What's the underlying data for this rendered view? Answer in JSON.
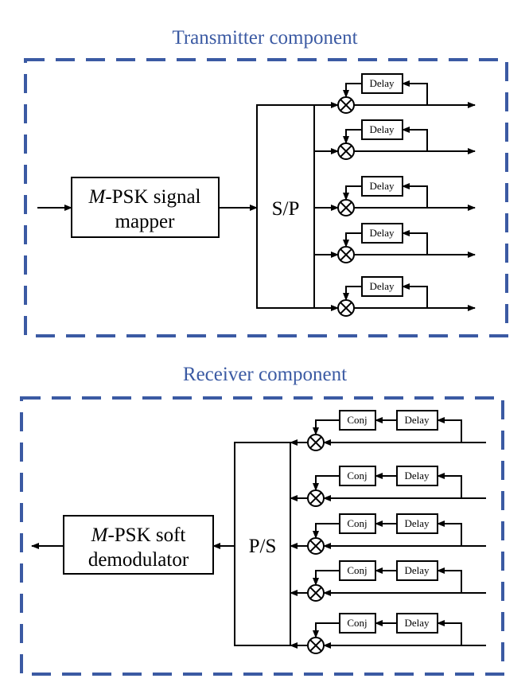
{
  "transmitter": {
    "title": "Transmitter component",
    "mapper_prefix": "M",
    "mapper_line1_rest": "-PSK signal",
    "mapper_line2": "mapper",
    "sp_label": "S/P",
    "delay_label": "Delay",
    "branch_count": 5
  },
  "receiver": {
    "title": "Receiver component",
    "demod_prefix": "M",
    "demod_line1_rest": "-PSK soft",
    "demod_line2": "demodulator",
    "ps_label": "P/S",
    "conj_label": "Conj",
    "delay_label": "Delay",
    "branch_count": 5
  },
  "colors": {
    "frame": "#3b5aa3",
    "title": "#3b5aa3",
    "line": "#000000"
  },
  "icons": {
    "multiplier": "circle-times-icon",
    "arrow": "arrowhead-icon"
  }
}
